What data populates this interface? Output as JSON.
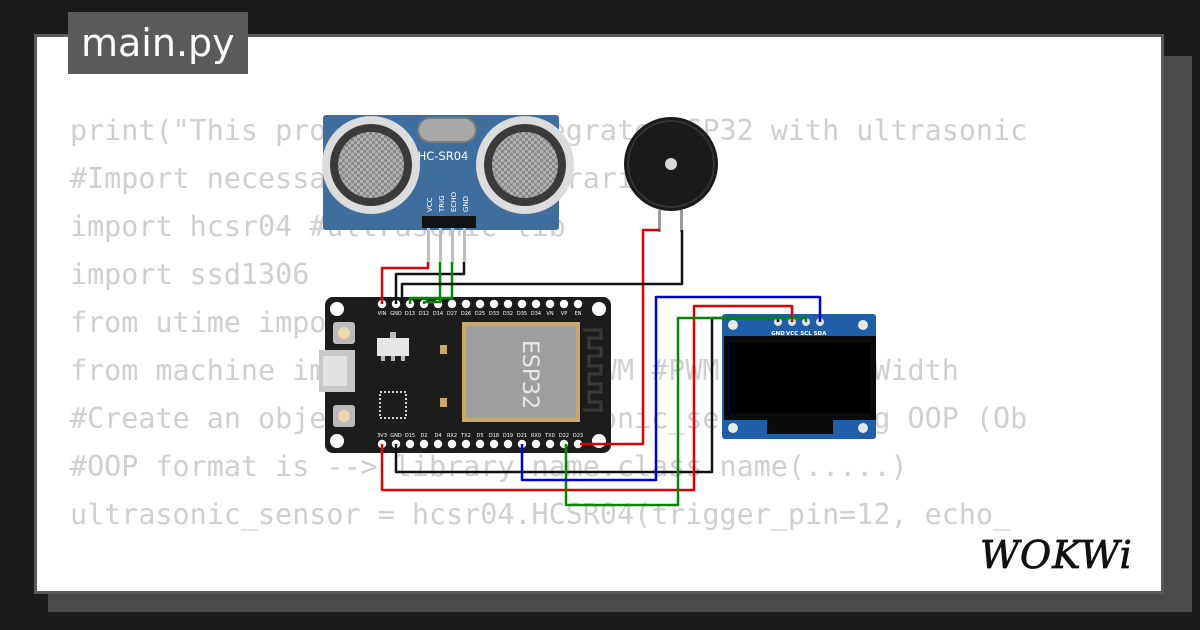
{
  "tab": {
    "filename": "main.py"
  },
  "code_lines": [
    "print(\"This program will integrate ESP32 with ultrasonic",
    "",
    "#Import necessary modules/libraries",
    "import hcsr04 #ultrasonic lib",
    "import ssd1306",
    "from utime import sleep",
    "from machine import I2C, Pin, PWM #PWM = Pulse Width",
    "",
    "#Create an object called ultrasonic_sensor using OOP (Ob",
    "#OOP format is --> library name.class name(.....)",
    "ultrasonic_sensor = hcsr04.HCSR04(trigger_pin=12, echo_"
  ],
  "sensor": {
    "label": "HC-SR04",
    "pins": [
      "VCC",
      "TRIG",
      "ECHO",
      "GND"
    ]
  },
  "esp32": {
    "chip_label": "ESP32",
    "top_pins": [
      "VIN",
      "GND",
      "D13",
      "D12",
      "D14",
      "D27",
      "D26",
      "D25",
      "D33",
      "D32",
      "D35",
      "D34",
      "VN",
      "VP",
      "EN"
    ],
    "bottom_pins": [
      "3V3",
      "GND",
      "D15",
      "D2",
      "D4",
      "RX2",
      "TX2",
      "D5",
      "D18",
      "D19",
      "D21",
      "RX0",
      "TX0",
      "D22",
      "D23"
    ]
  },
  "oled": {
    "pins": [
      "GND",
      "VCC",
      "SCL",
      "SDA"
    ]
  },
  "logo": {
    "text": "WOKWi"
  },
  "colors": {
    "background": "#1b1b1b",
    "card": "#ffffff",
    "tab": "#5a5a5a",
    "code_text": "#cfcfcf",
    "sensor_board": "#3d6e9e",
    "esp32_board": "#1c1c1c",
    "oled_board": "#1f5ea8",
    "wire_red": "#e00000",
    "wire_black": "#111111",
    "wire_green": "#008a00",
    "wire_blue": "#0000dd"
  }
}
